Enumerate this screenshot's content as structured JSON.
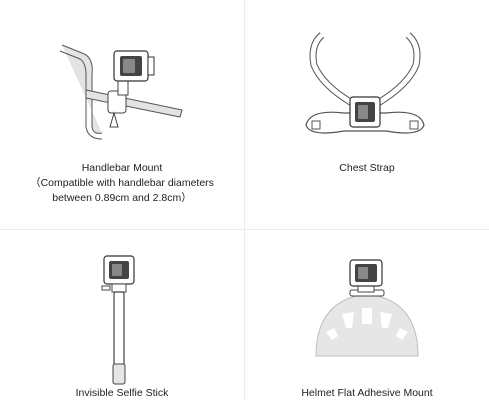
{
  "products": [
    {
      "title": "Handlebar Mount",
      "detail_line1": "（Compatible with handlebar diameters",
      "detail_line2": "between 0.89cm and 2.8cm）"
    },
    {
      "title": "Chest Strap"
    },
    {
      "title": "Invisible Selfie Stick"
    },
    {
      "title": "Helmet Flat Adhesive Mount"
    }
  ]
}
